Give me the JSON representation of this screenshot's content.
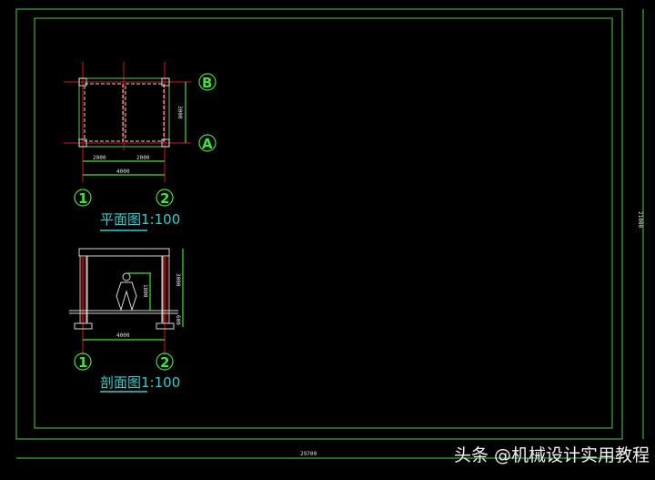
{
  "drawing": {
    "sheet_width_dim": "29700",
    "sheet_height_dim": "21000",
    "plan": {
      "title": "平面图",
      "scale": "1:100",
      "axes": {
        "col1": "1",
        "col2": "2",
        "rowA": "A",
        "rowB": "B"
      },
      "dims": {
        "bay1": "2000",
        "bay2": "2000",
        "total": "4000",
        "depth": "3000"
      }
    },
    "section": {
      "title": "剖面图",
      "scale": "1:100",
      "axes": {
        "col1": "1",
        "col2": "2"
      },
      "dims": {
        "height": "3000",
        "person": "1800",
        "base": "600",
        "total": "4000"
      }
    }
  },
  "watermark": "头条 @机械设计实用教程",
  "colors": {
    "frame": "#3fae3f",
    "axis": "#39e639",
    "title": "#2fd0d0",
    "gridline": "#d01818"
  }
}
